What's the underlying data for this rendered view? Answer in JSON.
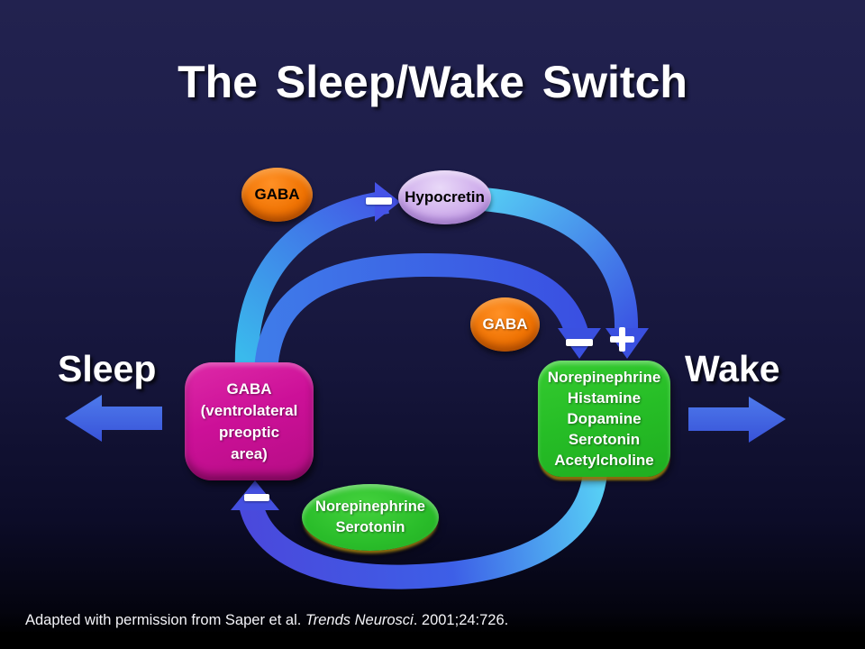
{
  "slide": {
    "title": "The Sleep/Wake Switch",
    "side_labels": {
      "left": "Sleep",
      "right": "Wake"
    },
    "footer": {
      "text_before": "Adapted with permission from Saper et al. ",
      "citation_italic": "Trends Neurosci",
      "text_after": ". 2001;24:726."
    }
  },
  "diagram": {
    "nodes": {
      "gaba_top": {
        "label": "GABA",
        "shape": "ellipse",
        "fill": "#F07404",
        "text_color": "#000000"
      },
      "hypocretin": {
        "label": "Hypocretin",
        "shape": "ellipse",
        "fill": "#CDAAEB",
        "text_color": "#000000"
      },
      "gaba_mid": {
        "label": "GABA",
        "shape": "ellipse",
        "fill": "#F07404",
        "text_color": "#FFFFFF"
      },
      "vlpo": {
        "lines": [
          "GABA",
          "(ventrolateral",
          "preoptic",
          "area)"
        ],
        "shape": "rounded-rect",
        "fill": "#CC1098",
        "text_color": "#FFFFFF"
      },
      "wake_nuclei": {
        "lines": [
          "Norepinephrine",
          "Histamine",
          "Dopamine",
          "Serotonin",
          "Acetylcholine"
        ],
        "shape": "rounded-rect",
        "fill": "#26BD26",
        "text_color": "#FFFFFF"
      },
      "feedback": {
        "lines": [
          "Norepinephrine",
          "Serotonin"
        ],
        "shape": "ellipse",
        "fill": "#2ABD2A",
        "text_color": "#FFFFFF"
      }
    },
    "edges": [
      {
        "from": "vlpo",
        "to": "hypocretin",
        "sign": "−"
      },
      {
        "from": "vlpo",
        "to": "wake_nuclei",
        "sign": "−"
      },
      {
        "from": "hypocretin",
        "to": "wake_nuclei",
        "sign": "+"
      },
      {
        "from": "wake_nuclei",
        "to": "vlpo",
        "sign": "−"
      }
    ],
    "colors": {
      "arrow_blue": "#3C55E4",
      "arrow_cyan": "#4FC9F3",
      "background_top": "#22224F",
      "background_bottom": "#000000"
    }
  }
}
